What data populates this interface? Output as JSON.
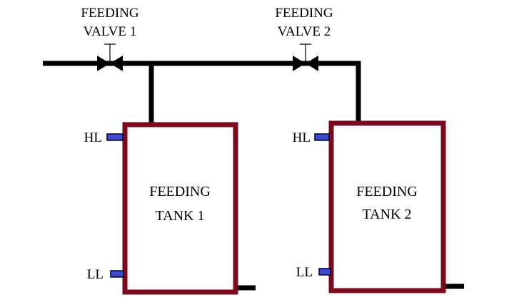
{
  "colors": {
    "pipe": "#000000",
    "tank_border": "#7b0a1e",
    "sensor_fill": "#3f49d6",
    "sensor_border": "#000033",
    "text": "#000000",
    "background": "#ffffff"
  },
  "valves": [
    {
      "line1": "FEEDING",
      "line2": "VALVE 1",
      "icon": "butterfly-valve-icon"
    },
    {
      "line1": "FEEDING",
      "line2": "VALVE 2",
      "icon": "butterfly-valve-icon"
    }
  ],
  "tanks": [
    {
      "line1": "FEEDING",
      "line2": "TANK 1",
      "high_level": "HL",
      "low_level": "LL"
    },
    {
      "line1": "FEEDING",
      "line2": "TANK 2",
      "high_level": "HL",
      "low_level": "LL"
    }
  ]
}
